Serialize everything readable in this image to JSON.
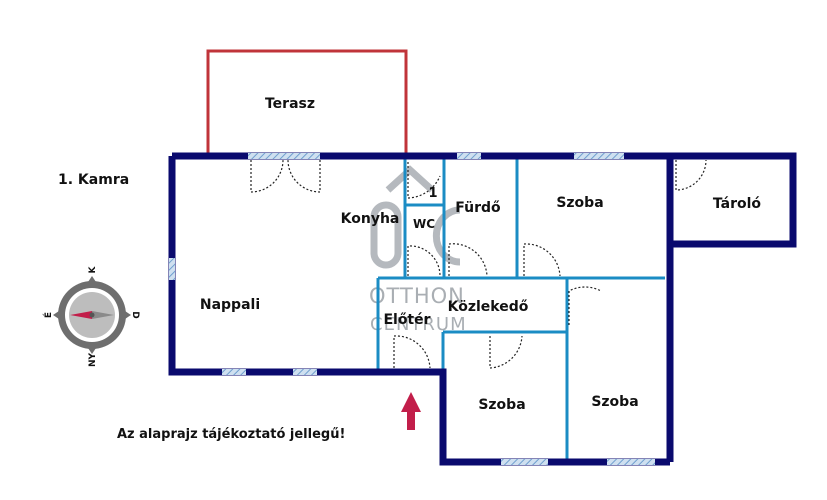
{
  "floor_label": "1. Kamra",
  "disclaimer": "Az alaprajz tájékoztató jellegű!",
  "rooms": {
    "terasz": "Terasz",
    "konyha": "Konyha",
    "wc": "WC",
    "furdo": "Fürdő",
    "szoba_top": "Szoba",
    "tarolo": "Tároló",
    "nappali": "Nappali",
    "kozlekedo": "Közlekedő",
    "eloter": "Előtér",
    "szoba_bottom_left": "Szoba",
    "szoba_bottom_right": "Szoba"
  },
  "step_marker": "1",
  "watermark": {
    "line1": "OTTHON",
    "line2": "CENTRUM"
  },
  "compass": {
    "north": "K",
    "east": "D",
    "south": "NY",
    "west": "É"
  },
  "colors": {
    "outer_wall": "#0a0a6e",
    "inner_wall": "#1b8cc4",
    "terrace": "#c0343a",
    "window": "#8fb8dd",
    "entrance_arrow": "#c21e4a",
    "watermark": "#a9aeb3"
  }
}
